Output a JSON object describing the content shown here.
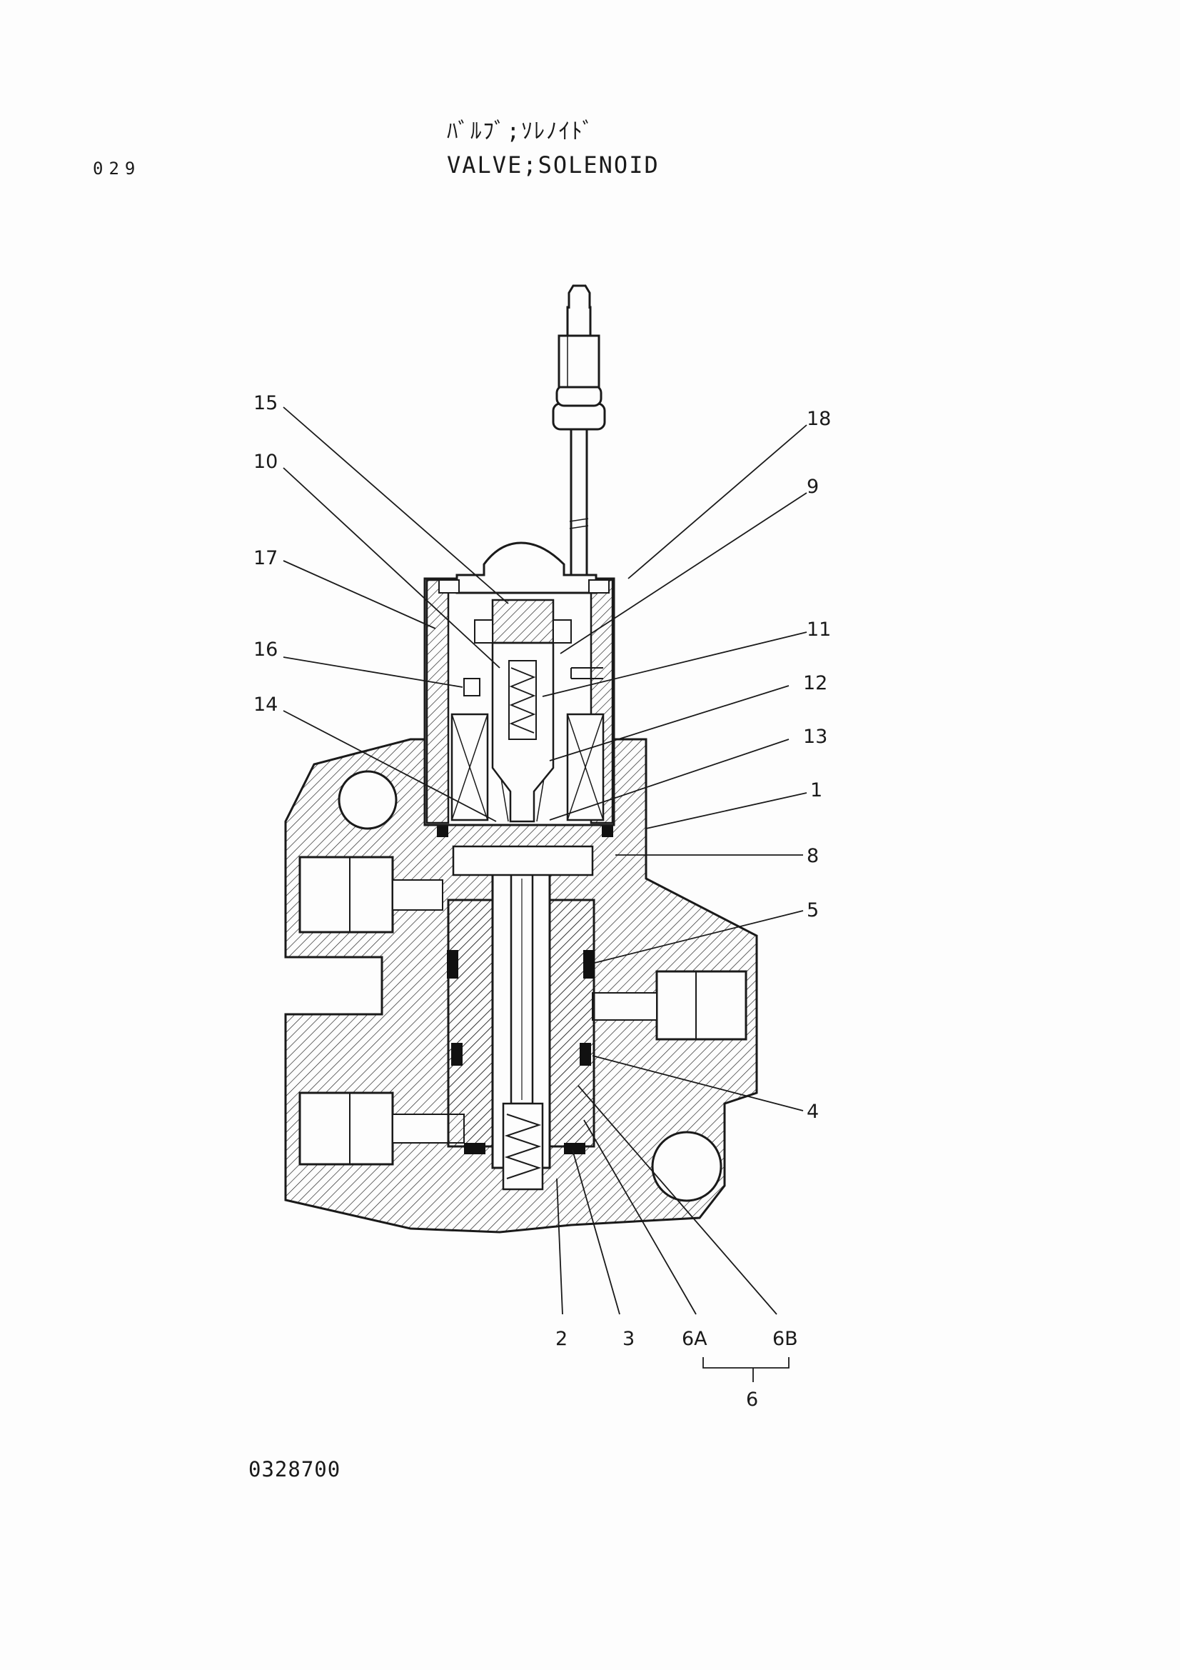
{
  "header": {
    "page_number": "029",
    "title_jp": "ﾊﾞﾙﾌﾞ;ｿﾚﾉｲﾄﾞ",
    "title_en": "VALVE;SOLENOID"
  },
  "footer": {
    "drawing_number": "0328700"
  },
  "callouts": {
    "c15": "15",
    "c10": "10",
    "c17": "17",
    "c16": "16",
    "c14": "14",
    "c18": "18",
    "c9": "9",
    "c11": "11",
    "c12": "12",
    "c13": "13",
    "c1": "1",
    "c8": "8",
    "c5": "5",
    "c4": "4",
    "c2": "2",
    "c3": "3",
    "c6a": "6A",
    "c6b": "6B",
    "c6": "6"
  },
  "colors": {
    "line": "#1a1a1a",
    "seal": "#111111"
  }
}
